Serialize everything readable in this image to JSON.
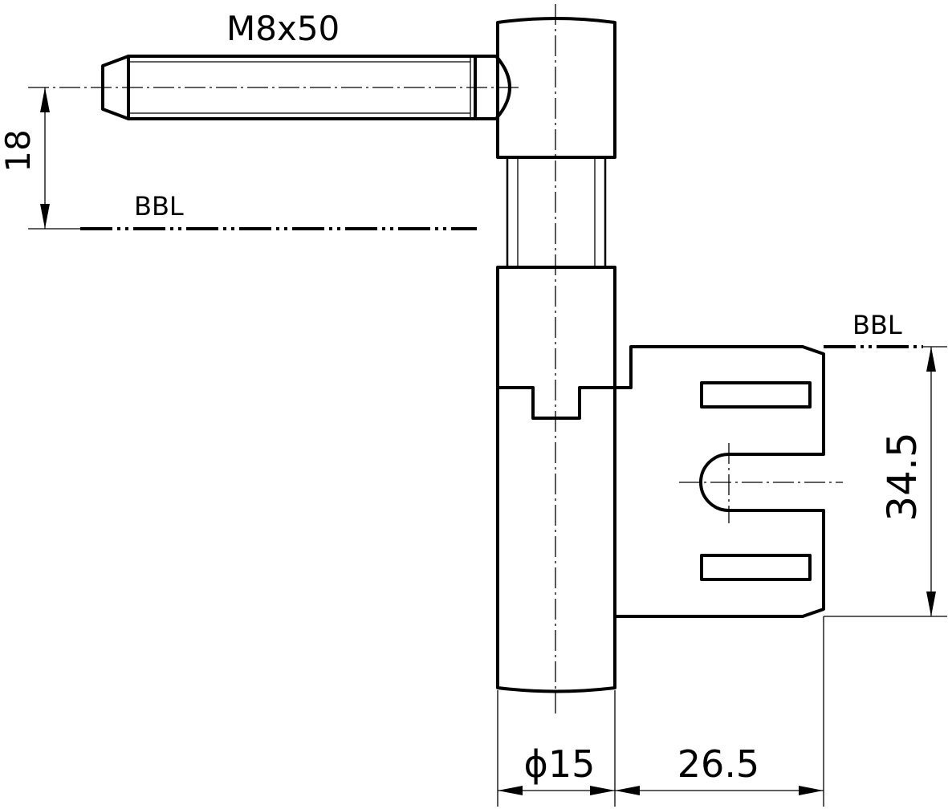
{
  "labels": {
    "thread": "M8x50",
    "bbl_top": "BBL",
    "bbl_right": "BBL",
    "dim_18": "18",
    "dim_34_5": "34.5",
    "dim_dia": "ϕ15",
    "dim_26_5": "26.5"
  }
}
